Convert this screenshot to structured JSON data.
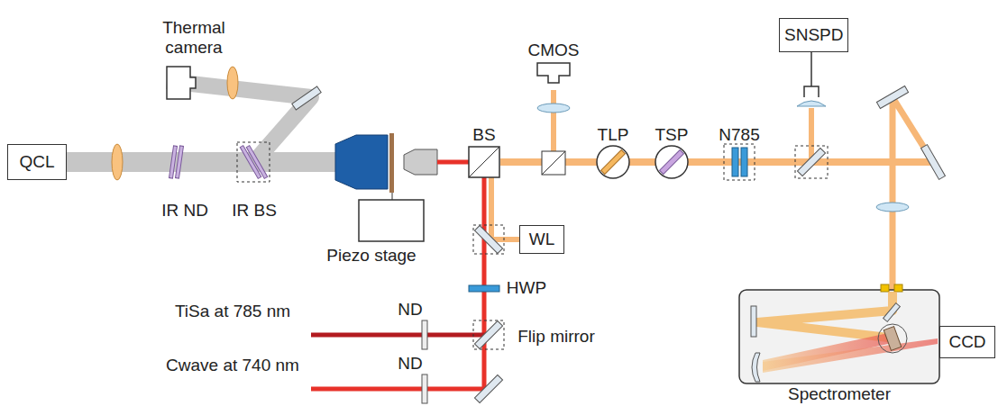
{
  "diagram": {
    "nodes": [
      {
        "text": [
          "QCL"
        ]
      },
      {
        "text": [
          "SNSPD"
        ]
      },
      {
        "text": [
          "WL"
        ]
      },
      {
        "text": [
          "Spectrometer"
        ]
      },
      {
        "text": [
          "CCD"
        ]
      }
    ],
    "labels": [
      "Thermal camera",
      "CMOS",
      "BS",
      "TLP",
      "TSP",
      "N785",
      "IR ND",
      "IR BS",
      "Piezo stage",
      "HWP",
      "TiSa at 785 nm",
      "ND",
      "Flip mirror",
      "Cwave at 740 nm",
      "ND"
    ]
  }
}
